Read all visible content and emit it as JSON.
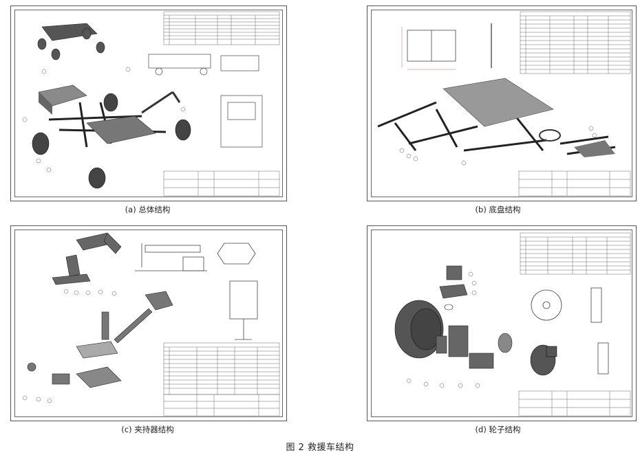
{
  "panels": [
    {
      "key": "a",
      "caption": "(a)  总体结构"
    },
    {
      "key": "b",
      "caption": "(b)  底盘结构"
    },
    {
      "key": "c",
      "caption": "(c)  夹持器结构"
    },
    {
      "key": "d",
      "caption": "(d)  轮子结构"
    }
  ],
  "figure_caption": "图 2    救援车结构"
}
